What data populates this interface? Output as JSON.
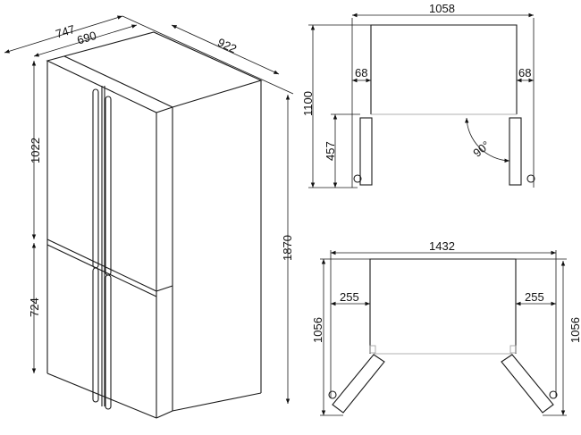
{
  "title": "Refrigerator dimension drawing",
  "units": "mm",
  "isometric_view": {
    "depth_total": "747",
    "depth_body": "690",
    "width": "922",
    "upper_door_height": "1022",
    "lower_door_height": "724",
    "total_height": "1870"
  },
  "door_opening_90": {
    "total_width": "1058",
    "left_clearance": "68",
    "right_clearance": "68",
    "total_depth": "1100",
    "door_depth": "457",
    "angle": "90°"
  },
  "door_opening_max": {
    "total_width": "1432",
    "left_clearance": "255",
    "right_clearance": "255",
    "left_depth": "1056",
    "right_depth": "1056"
  },
  "colors": {
    "line": "#1a1a1a",
    "background": "#ffffff"
  }
}
